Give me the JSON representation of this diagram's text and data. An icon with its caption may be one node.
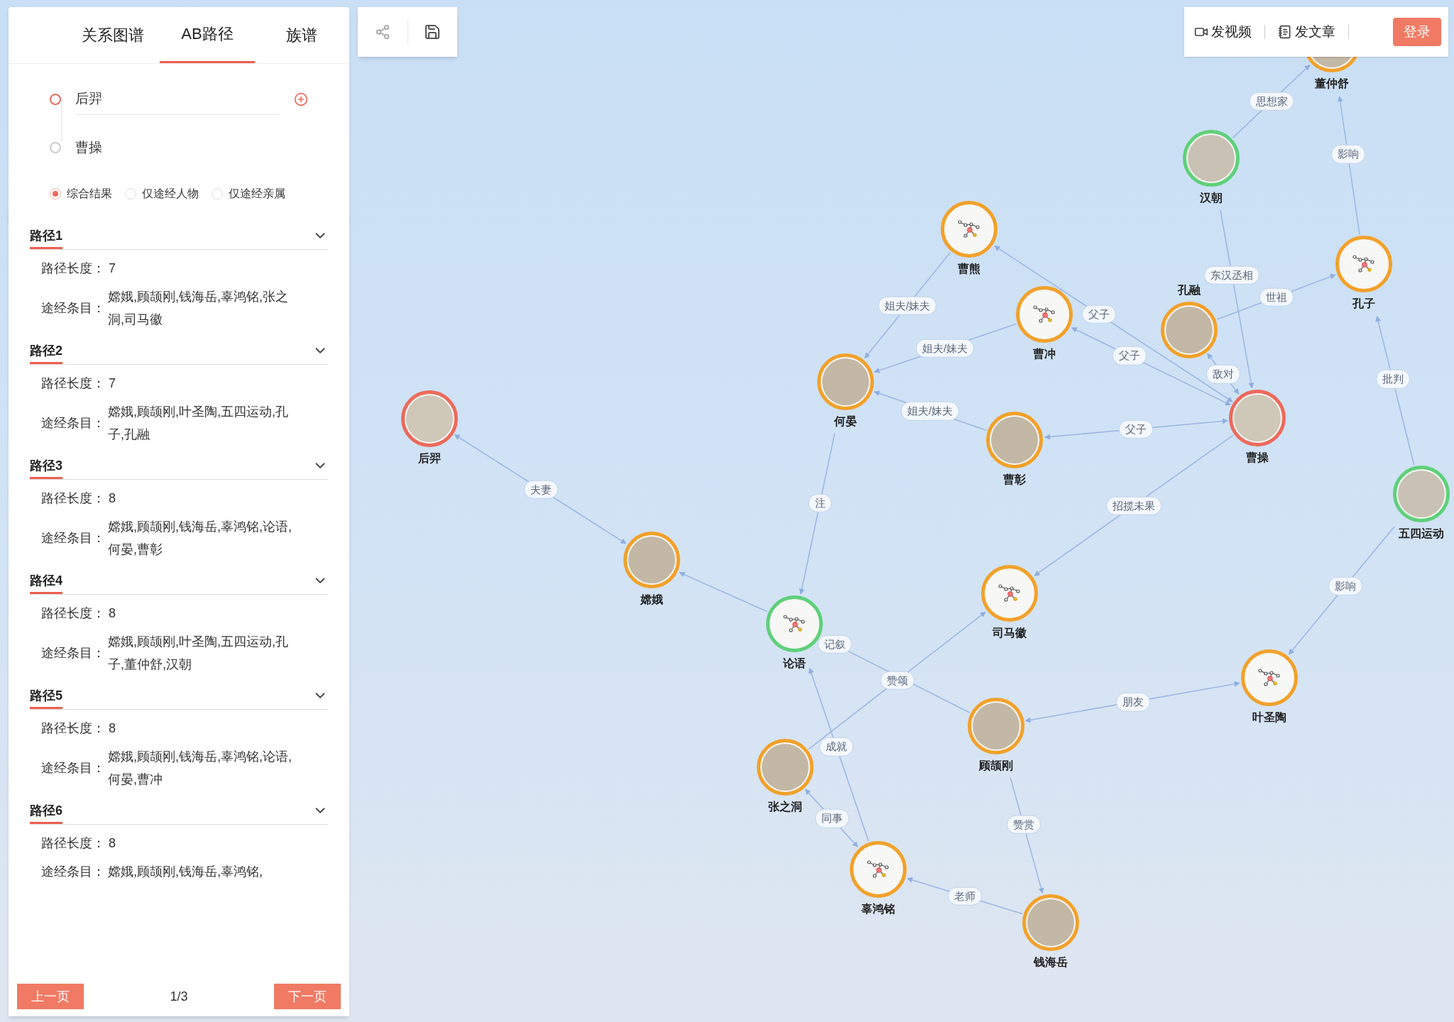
{
  "diagram": {
    "nodes": [
      {
        "text": [
          "董仲舒"
        ]
      },
      {
        "text": [
          "汉朝"
        ]
      },
      {
        "text": [
          "曹熊"
        ]
      },
      {
        "text": [
          "孔子"
        ]
      },
      {
        "text": [
          "曹冲"
        ]
      },
      {
        "text": [
          "孔融"
        ]
      },
      {
        "text": [
          "何晏"
        ]
      },
      {
        "text": [
          "后羿"
        ]
      },
      {
        "text": [
          "曹操"
        ]
      },
      {
        "text": [
          "曹彰"
        ]
      },
      {
        "text": [
          "五四运动"
        ]
      },
      {
        "text": [
          "嫦娥"
        ]
      },
      {
        "text": [
          "司马徽"
        ]
      },
      {
        "text": [
          "论语"
        ]
      },
      {
        "text": [
          "叶圣陶"
        ]
      },
      {
        "text": [
          "顾颉刚"
        ]
      },
      {
        "text": [
          "张之洞"
        ]
      },
      {
        "text": [
          "辜鸿铭"
        ]
      },
      {
        "text": [
          "钱海岳"
        ]
      }
    ],
    "edges": [
      {
        "from": 7,
        "to": 11,
        "arrow": "both",
        "label": "夫妻"
      },
      {
        "from": 13,
        "to": 11,
        "arrow": "to"
      },
      {
        "from": 6,
        "to": 13,
        "arrow": "to",
        "label": "注"
      },
      {
        "from": 2,
        "to": 6,
        "arrow": "to",
        "label": "姐夫/妹夫"
      },
      {
        "from": 4,
        "to": 6,
        "arrow": "to",
        "label": "姐夫/妹夫"
      },
      {
        "from": 9,
        "to": 6,
        "arrow": "to",
        "label": "姐夫/妹夫"
      },
      {
        "from": 8,
        "to": 2,
        "arrow": "both",
        "label": "父子"
      },
      {
        "from": 8,
        "to": 4,
        "arrow": "both",
        "label": "父子"
      },
      {
        "from": 8,
        "to": 9,
        "arrow": "both",
        "label": "父子"
      },
      {
        "from": 5,
        "to": 8,
        "arrow": "both",
        "label": "敌对"
      },
      {
        "from": 1,
        "to": 8,
        "arrow": "to",
        "label": "东汉丞相"
      },
      {
        "from": 5,
        "to": 3,
        "arrow": "to",
        "label": "世祖"
      },
      {
        "from": 1,
        "to": 0,
        "arrow": "to",
        "label": "思想家"
      },
      {
        "from": 3,
        "to": 0,
        "arrow": "to",
        "label": "影响"
      },
      {
        "from": 10,
        "to": 3,
        "arrow": "to",
        "label": "批判"
      },
      {
        "from": 10,
        "to": 14,
        "arrow": "to",
        "label": "影响"
      },
      {
        "from": 8,
        "to": 12,
        "arrow": "to",
        "label": "招揽未果"
      },
      {
        "from": 15,
        "to": 13,
        "arrow": "to",
        "label": "记叙"
      },
      {
        "from": 16,
        "to": 12,
        "arrow": "to",
        "label": "赞颂"
      },
      {
        "from": 15,
        "to": 14,
        "arrow": "both",
        "label": "朋友"
      },
      {
        "from": 15,
        "to": 18,
        "arrow": "to",
        "label": "赞赏"
      },
      {
        "from": 18,
        "to": 17,
        "arrow": "to",
        "label": "老师"
      },
      {
        "from": 16,
        "to": 17,
        "arrow": "both",
        "label": "同事"
      },
      {
        "from": 17,
        "to": 13,
        "arrow": "to",
        "label": "成就"
      }
    ],
    "labels": [
      "关系图谱",
      "AB路径",
      "族谱",
      "后羿",
      "曹操",
      "综合结果",
      "仅途经人物",
      "仅途经亲属",
      "路径1",
      "路径长度： 7",
      "途经条目：",
      "嫦娥,顾颉刚,钱海岳,辜鸿铭,张之洞,司马徽",
      "路径2",
      "路径长度： 7",
      "途经条目：",
      "嫦娥,顾颉刚,叶圣陶,五四运动,孔子,孔融",
      "路径3",
      "路径长度： 8",
      "途经条目：",
      "嫦娥,顾颉刚,钱海岳,辜鸿铭,论语,何晏,曹彰",
      "路径4",
      "路径长度： 8",
      "途经条目：",
      "嫦娥,顾颉刚,叶圣陶,五四运动,孔子,董仲舒,汉朝",
      "路径5",
      "路径长度： 8",
      "途经条目：",
      "嫦娥,顾颉刚,钱海岳,辜鸿铭,论语,何晏,曹冲",
      "路径6",
      "路径长度： 8",
      "途经条目：",
      "嫦娥,顾颉刚,钱海岳,辜鸿铭,",
      "上一页",
      "1/3",
      "下一页",
      "发视频",
      "发文章",
      "登录"
    ]
  }
}
